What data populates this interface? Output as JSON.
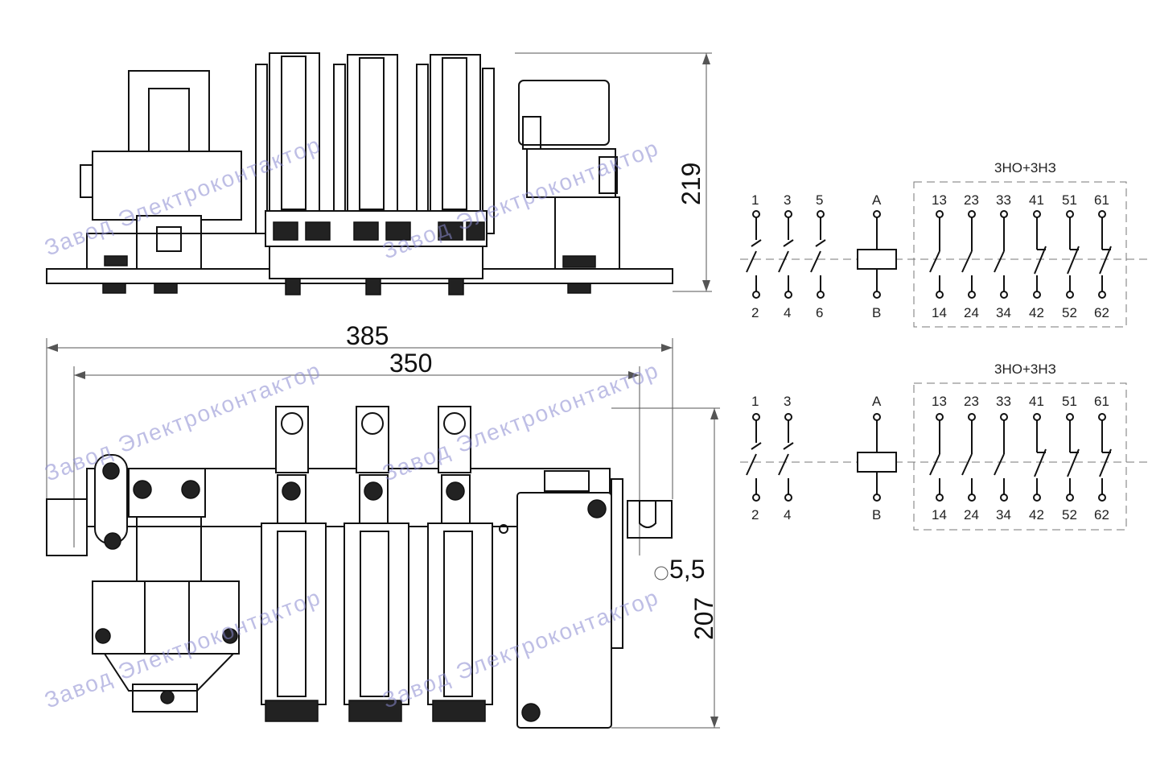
{
  "dimensions": {
    "height_top": "219",
    "length_overall": "385",
    "length_mount": "350",
    "slot": "5,5",
    "height_bottom": "207"
  },
  "schematic_top": {
    "box_label": "3НО+3НЗ",
    "main_top": [
      "1",
      "3",
      "5"
    ],
    "main_bottom": [
      "2",
      "4",
      "6"
    ],
    "coil_top": "A",
    "coil_bottom": "B",
    "aux_top": [
      "13",
      "23",
      "33",
      "41",
      "51",
      "61"
    ],
    "aux_bottom": [
      "14",
      "24",
      "34",
      "42",
      "52",
      "62"
    ]
  },
  "schematic_bottom": {
    "box_label": "3НО+3НЗ",
    "main_top": [
      "1",
      "3"
    ],
    "main_bottom": [
      "2",
      "4"
    ],
    "coil_top": "A",
    "coil_bottom": "B",
    "aux_top": [
      "13",
      "23",
      "33",
      "41",
      "51",
      "61"
    ],
    "aux_bottom": [
      "14",
      "24",
      "34",
      "42",
      "52",
      "62"
    ]
  },
  "watermark": "Завод Электроконтактор",
  "colors": {
    "line": "#111111",
    "watermark": "#8a8ad0"
  }
}
